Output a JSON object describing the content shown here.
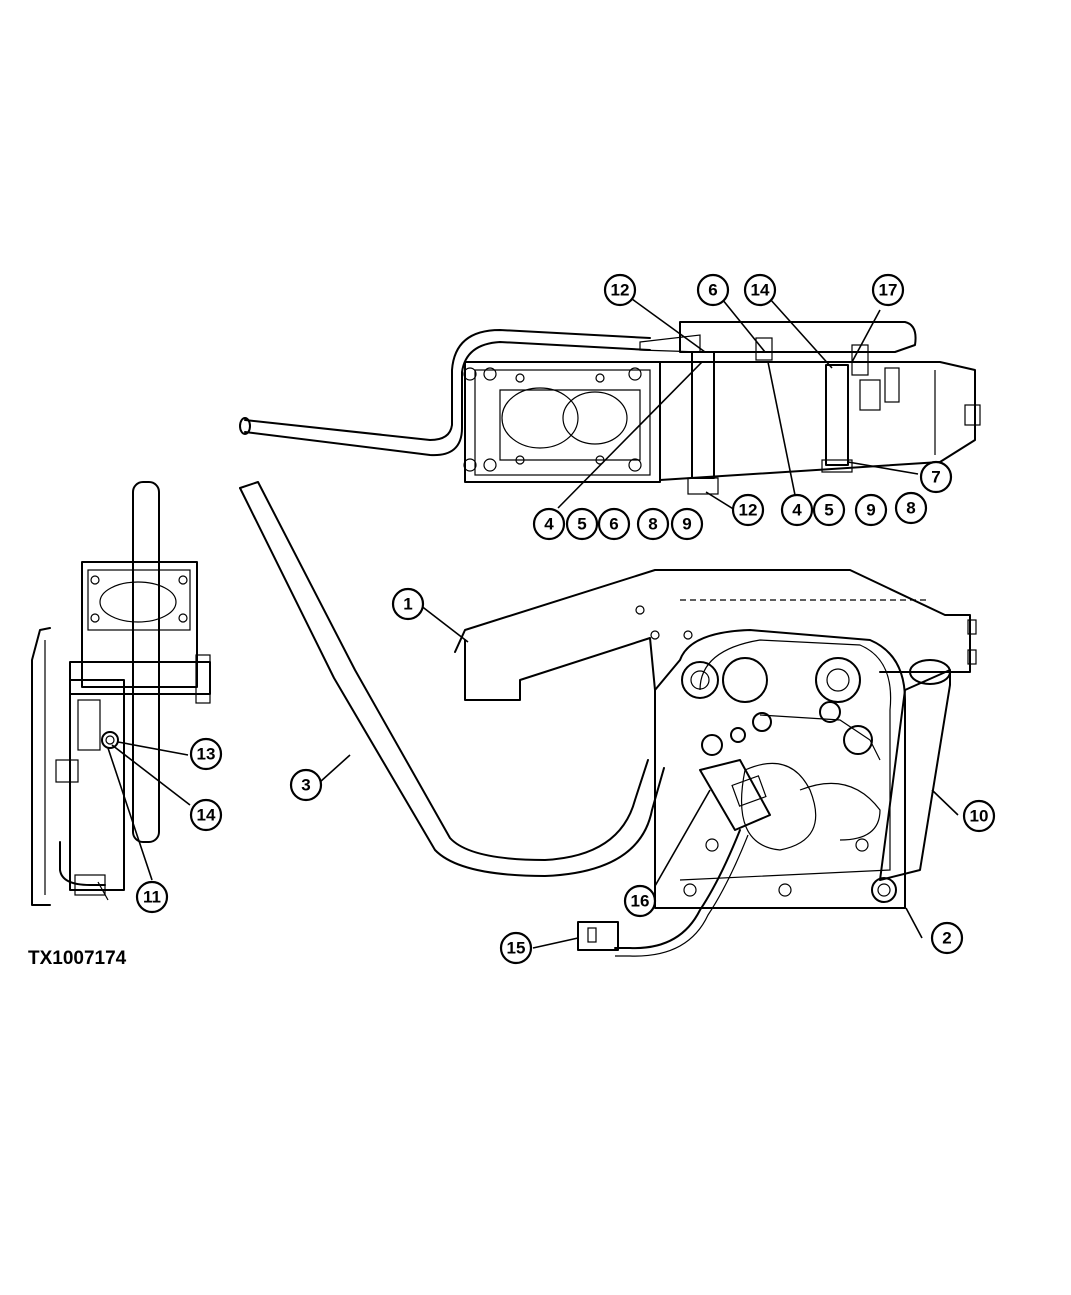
{
  "figure_id": "TX1007174",
  "callouts": {
    "c1": "1",
    "c2": "2",
    "c3": "3",
    "c4a": "4",
    "c5a": "5",
    "c6a": "6",
    "c8a": "8",
    "c9a": "9",
    "c12a": "12",
    "c4b": "4",
    "c5b": "5",
    "c9b": "9",
    "c8b": "8",
    "c7": "7",
    "c12top": "12",
    "c6top": "6",
    "c14top": "14",
    "c17": "17",
    "c10": "10",
    "c13": "13",
    "c14side": "14",
    "c11": "11",
    "c16": "16",
    "c15": "15"
  }
}
